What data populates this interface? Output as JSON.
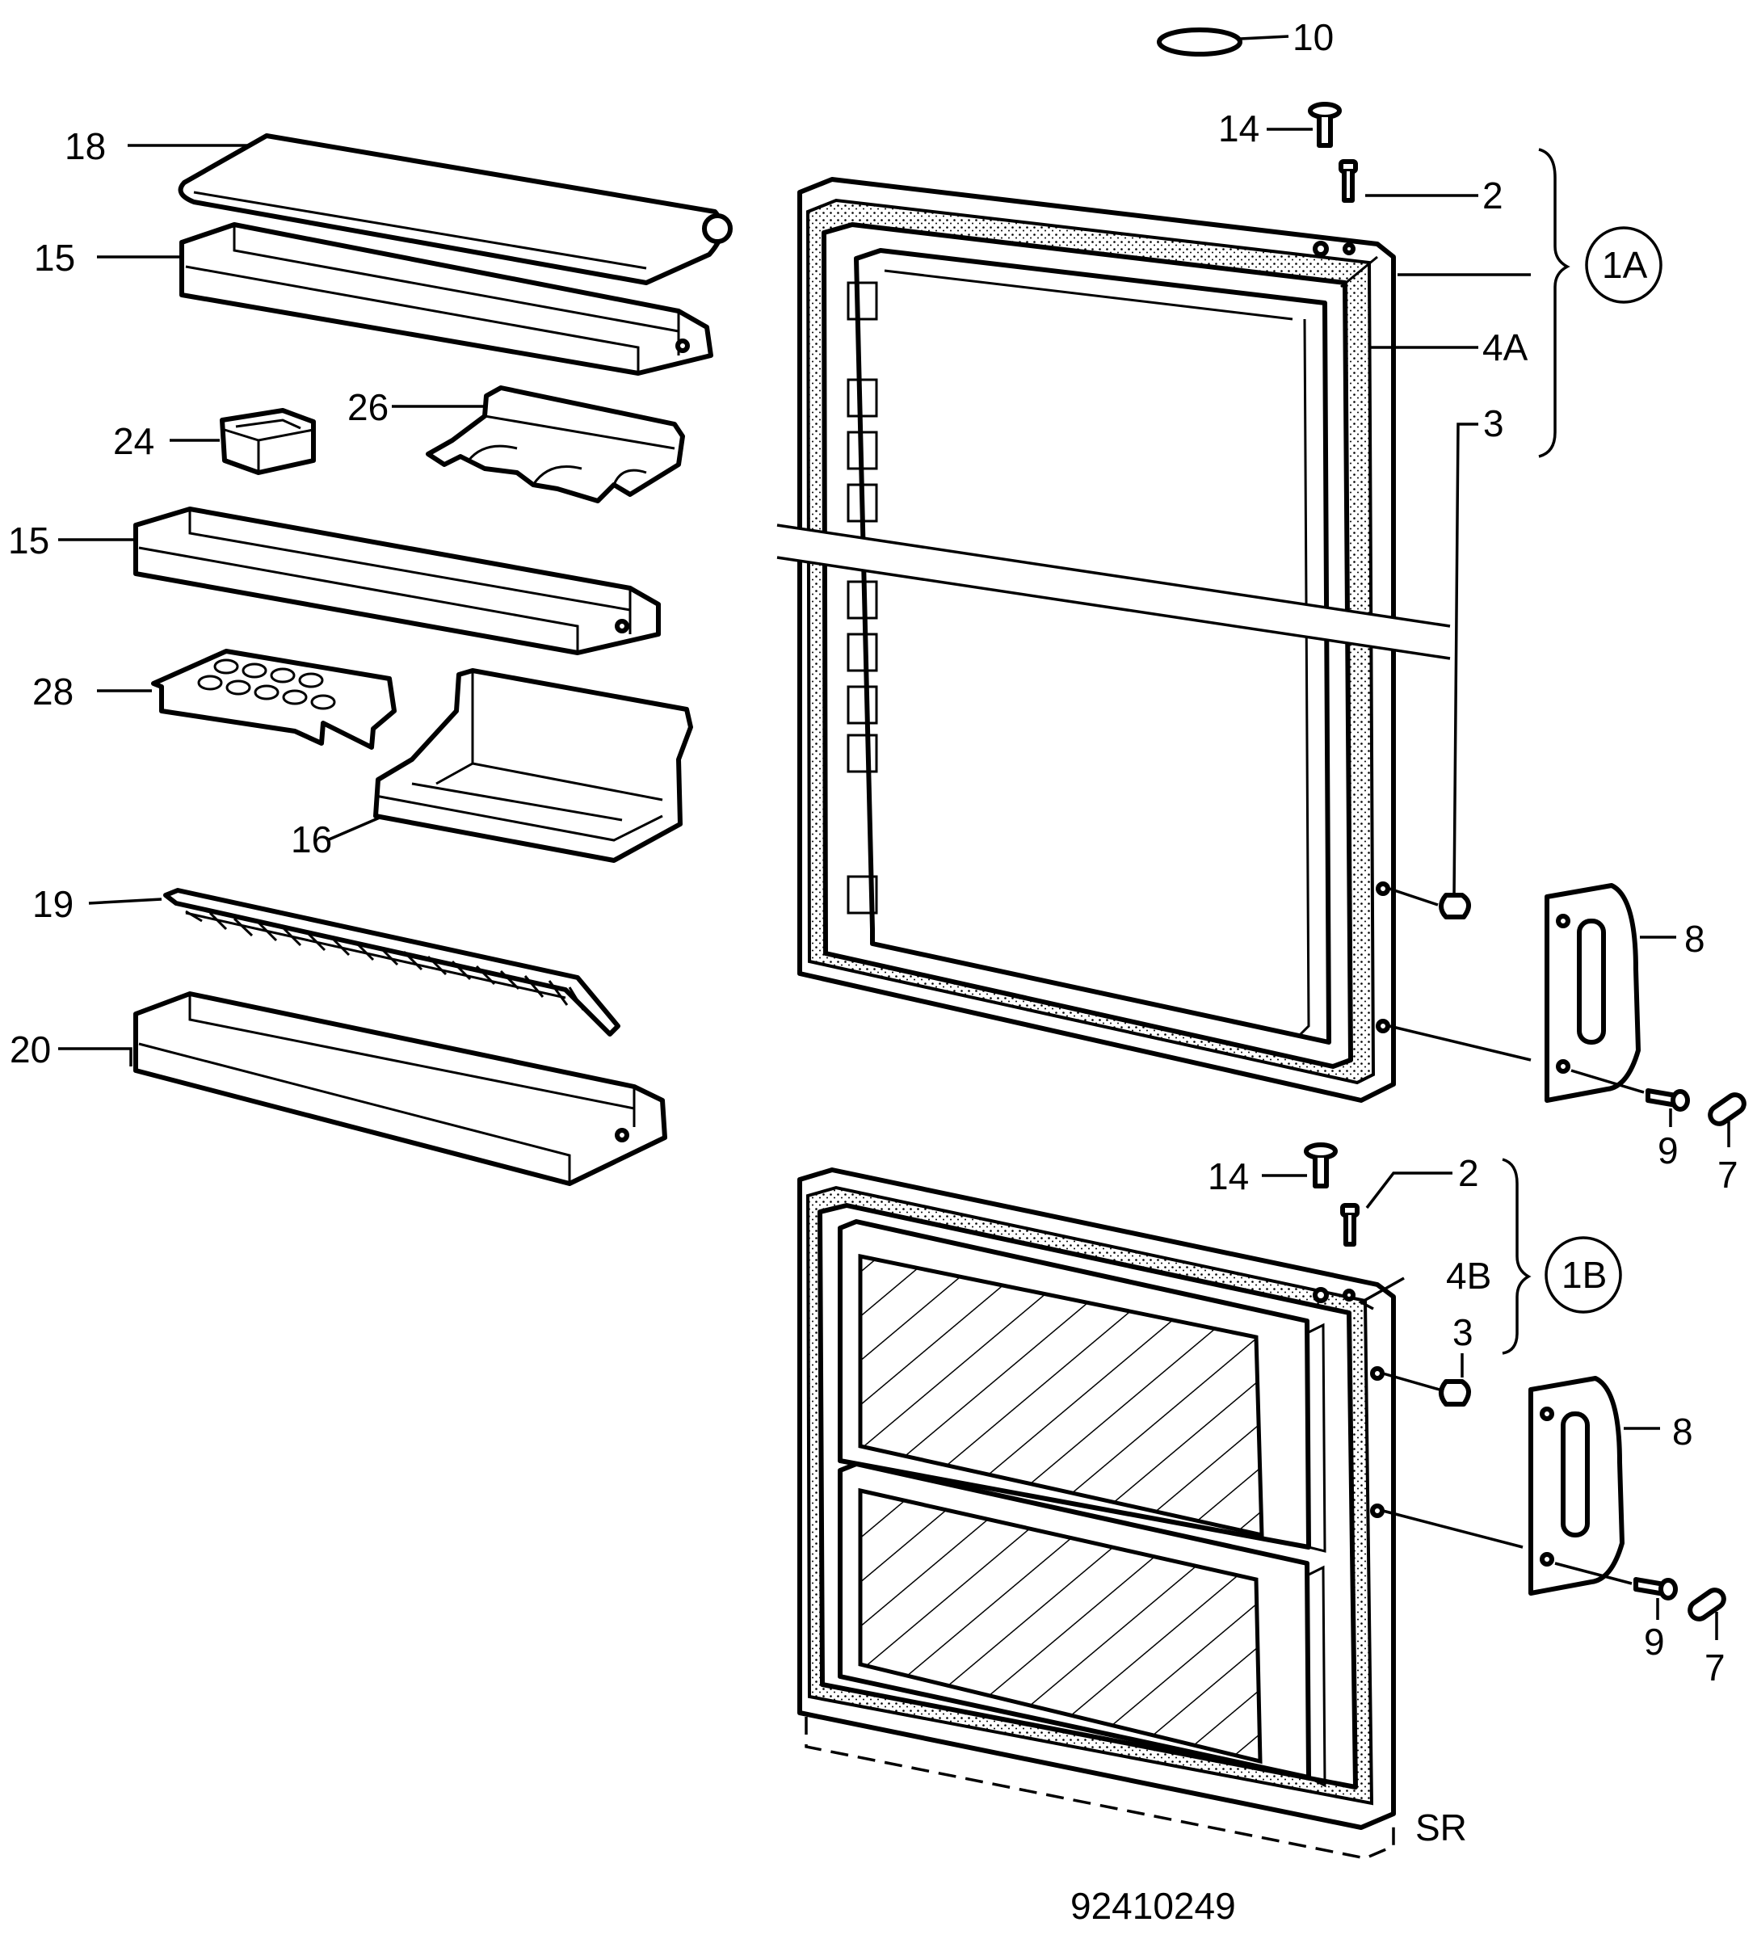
{
  "diagram": {
    "drawing_number": "92410249",
    "variant_code": "SR",
    "callouts": [
      {
        "id": "10",
        "text": "10"
      },
      {
        "id": "14-top",
        "text": "14"
      },
      {
        "id": "2-top",
        "text": "2"
      },
      {
        "id": "1A",
        "text": "1A"
      },
      {
        "id": "4A",
        "text": "4A"
      },
      {
        "id": "3-top",
        "text": "3"
      },
      {
        "id": "18",
        "text": "18"
      },
      {
        "id": "15-top",
        "text": "15"
      },
      {
        "id": "24",
        "text": "24"
      },
      {
        "id": "26",
        "text": "26"
      },
      {
        "id": "15-mid",
        "text": "15"
      },
      {
        "id": "28",
        "text": "28"
      },
      {
        "id": "16",
        "text": "16"
      },
      {
        "id": "19",
        "text": "19"
      },
      {
        "id": "20",
        "text": "20"
      },
      {
        "id": "8-top",
        "text": "8"
      },
      {
        "id": "9-top",
        "text": "9"
      },
      {
        "id": "7-top",
        "text": "7"
      },
      {
        "id": "14-bot",
        "text": "14"
      },
      {
        "id": "2-bot",
        "text": "2"
      },
      {
        "id": "4B",
        "text": "4B"
      },
      {
        "id": "1B",
        "text": "1B"
      },
      {
        "id": "3-bot",
        "text": "3"
      },
      {
        "id": "8-bot",
        "text": "8"
      },
      {
        "id": "9-bot",
        "text": "9"
      },
      {
        "id": "7-bot",
        "text": "7"
      }
    ]
  }
}
